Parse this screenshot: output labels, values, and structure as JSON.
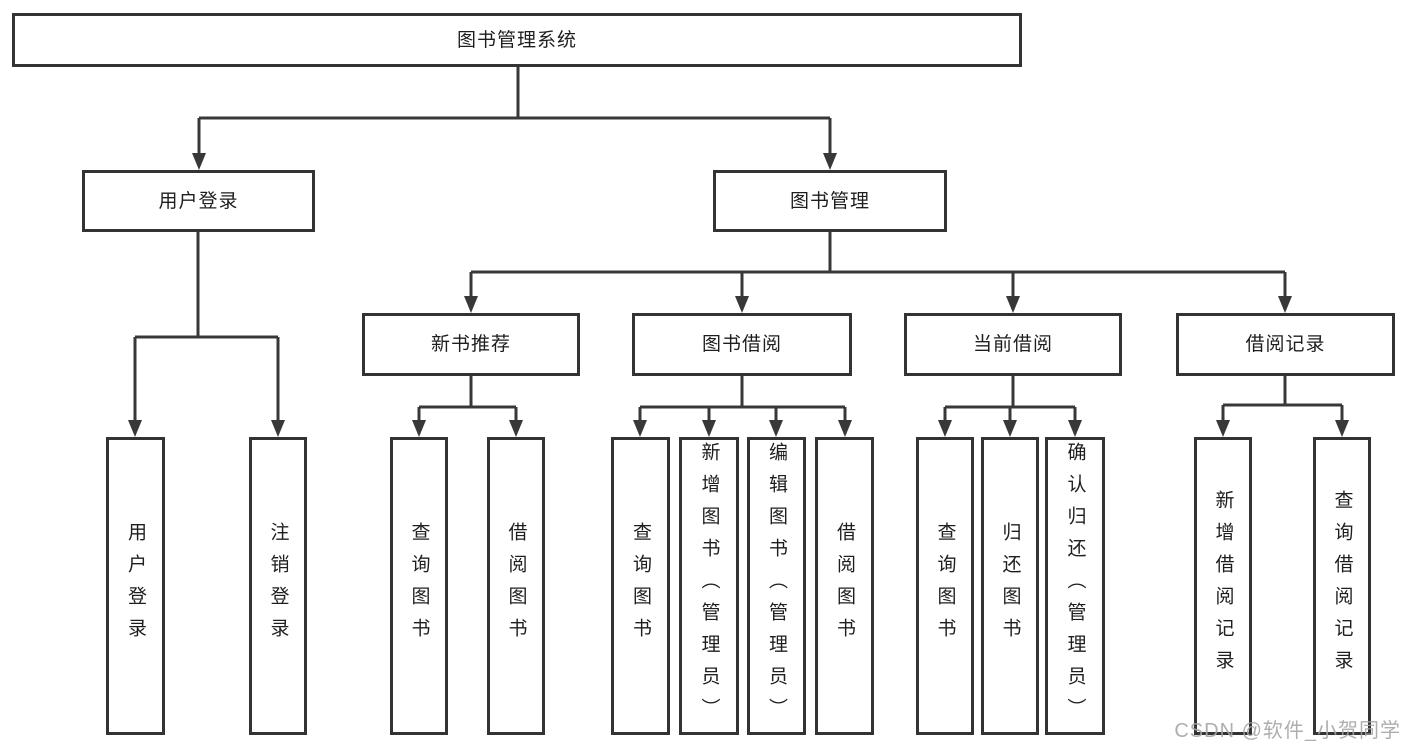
{
  "tree": {
    "label": "图书管理系统",
    "children": [
      {
        "label": "用户登录",
        "children": [
          {
            "label": "用户登录"
          },
          {
            "label": "注销登录"
          }
        ]
      },
      {
        "label": "图书管理",
        "children": [
          {
            "label": "新书推荐",
            "children": [
              {
                "label": "查询图书"
              },
              {
                "label": "借阅图书"
              }
            ]
          },
          {
            "label": "图书借阅",
            "children": [
              {
                "label": "查询图书"
              },
              {
                "label": "新增图书（管理员）"
              },
              {
                "label": "编辑图书（管理员）"
              },
              {
                "label": "借阅图书"
              }
            ]
          },
          {
            "label": "当前借阅",
            "children": [
              {
                "label": "查询图书"
              },
              {
                "label": "归还图书"
              },
              {
                "label": "确认归还（管理员）"
              }
            ]
          },
          {
            "label": "借阅记录",
            "children": [
              {
                "label": "新增借阅记录"
              },
              {
                "label": "查询借阅记录"
              }
            ]
          }
        ]
      }
    ]
  },
  "watermark": {
    "text": "CSDN @软件_小贺同学"
  },
  "colors": {
    "line": "#333333",
    "box_border": "#333333",
    "text": "#1e1e1e",
    "watermark": "#a5a5a5",
    "background": "#ffffff"
  }
}
